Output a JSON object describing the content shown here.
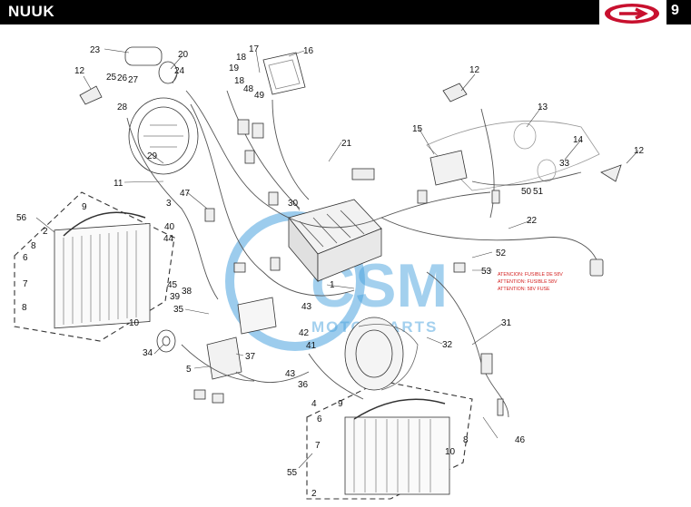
{
  "header": {
    "title": "NUUK",
    "page_number": "9",
    "brand_logo_icon": "rieju-r-logo",
    "brand_color": "#c8102e"
  },
  "watermark": {
    "text_big": "CSM",
    "text_small": "MOTORPARTS",
    "color": "#4aa3df"
  },
  "warning": {
    "line1": "ATENCION: FUSIBLE DE 58V",
    "line2": "ATTENTION: FUSIBLE 58V",
    "line3": "ATTENTION: 58V FUSE",
    "color": "#d42020"
  },
  "callouts": {
    "n1": "1",
    "n2a": "2",
    "n2b": "2",
    "n3": "3",
    "n4": "4",
    "n5": "5",
    "n6a": "6",
    "n6b": "6",
    "n7a": "7",
    "n7b": "7",
    "n8a": "8",
    "n8b": "8",
    "n8c": "8",
    "n9a": "9",
    "n9b": "9",
    "n10a": "10",
    "n10b": "10",
    "n11": "11",
    "n12a": "12",
    "n12b": "12",
    "n12c": "12",
    "n13": "13",
    "n14": "14",
    "n15": "15",
    "n16": "16",
    "n17": "17",
    "n18a": "18",
    "n18b": "18",
    "n19": "19",
    "n20": "20",
    "n21": "21",
    "n22": "22",
    "n23": "23",
    "n24": "24",
    "n25": "25",
    "n26": "26",
    "n27": "27",
    "n28": "28",
    "n29": "29",
    "n30": "30",
    "n31": "31",
    "n32": "32",
    "n33": "33",
    "n34": "34",
    "n35": "35",
    "n36": "36",
    "n37": "37",
    "n38": "38",
    "n39": "39",
    "n40": "40",
    "n41": "41",
    "n42": "42",
    "n43a": "43",
    "n43b": "43",
    "n44": "44",
    "n45": "45",
    "n46": "46",
    "n47": "47",
    "n48": "48",
    "n49": "49",
    "n50": "50",
    "n51": "51",
    "n52": "52",
    "n53": "53",
    "n55": "55",
    "n56": "56"
  }
}
